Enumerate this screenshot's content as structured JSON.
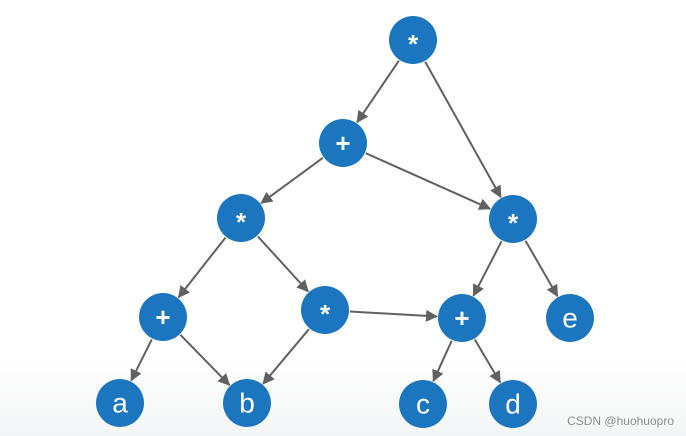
{
  "diagram": {
    "nodes": [
      {
        "id": "mul_top",
        "label": "*"
      },
      {
        "id": "add_1",
        "label": "+"
      },
      {
        "id": "mul_left",
        "label": "*"
      },
      {
        "id": "mul_right",
        "label": "*"
      },
      {
        "id": "add_left",
        "label": "+"
      },
      {
        "id": "mul_mid",
        "label": "*"
      },
      {
        "id": "add_right",
        "label": "+"
      },
      {
        "id": "var_e",
        "label": "e"
      },
      {
        "id": "var_a",
        "label": "a"
      },
      {
        "id": "var_b",
        "label": "b"
      },
      {
        "id": "var_c",
        "label": "c"
      },
      {
        "id": "var_d",
        "label": "d"
      }
    ],
    "edges": [
      {
        "from": "mul_top",
        "to": "add_1"
      },
      {
        "from": "mul_top",
        "to": "mul_right"
      },
      {
        "from": "add_1",
        "to": "mul_left"
      },
      {
        "from": "add_1",
        "to": "mul_right"
      },
      {
        "from": "mul_left",
        "to": "add_left"
      },
      {
        "from": "mul_left",
        "to": "mul_mid"
      },
      {
        "from": "mul_right",
        "to": "add_right"
      },
      {
        "from": "mul_right",
        "to": "var_e"
      },
      {
        "from": "add_left",
        "to": "var_a"
      },
      {
        "from": "add_left",
        "to": "var_b"
      },
      {
        "from": "mul_mid",
        "to": "var_b"
      },
      {
        "from": "mul_mid",
        "to": "add_right"
      },
      {
        "from": "add_right",
        "to": "var_c"
      },
      {
        "from": "add_right",
        "to": "var_d"
      }
    ],
    "colors": {
      "node_fill": "#1b76bf",
      "edge": "#616161",
      "label": "#ffffff"
    }
  },
  "watermark": "CSDN @huohuopro"
}
